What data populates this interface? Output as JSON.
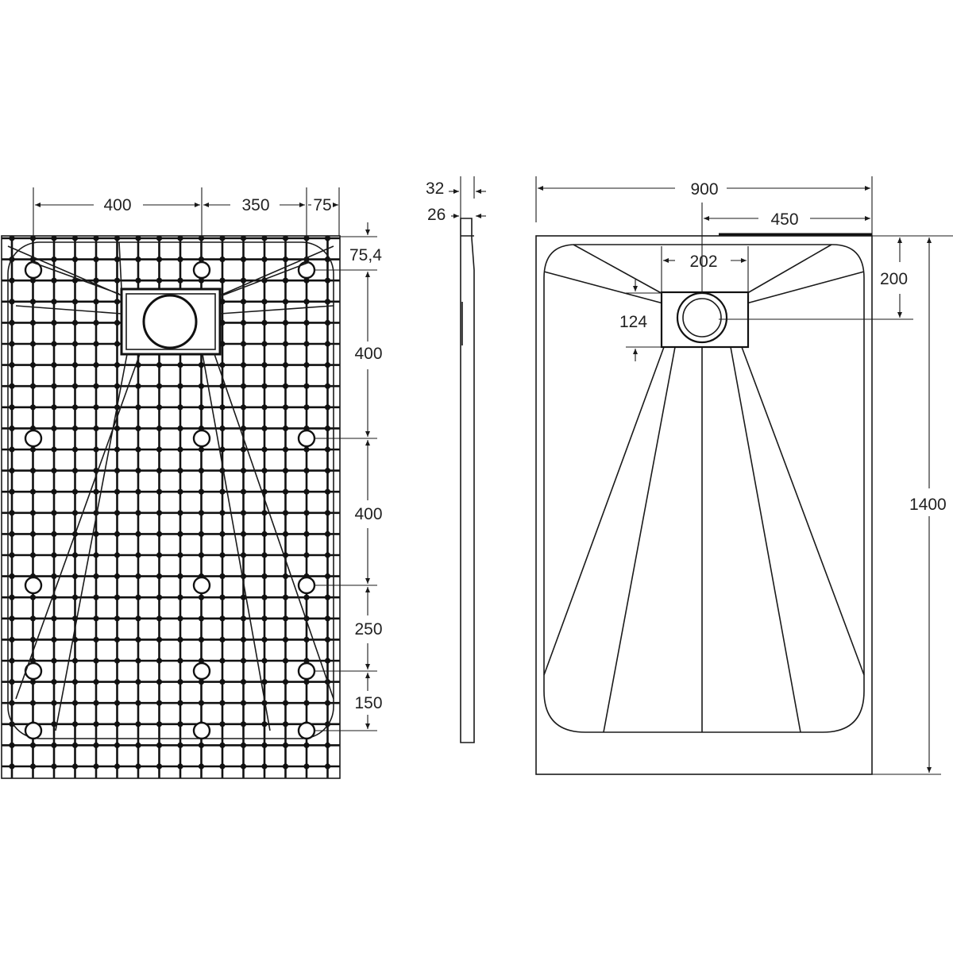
{
  "left_view": {
    "dims": {
      "top_400": "400",
      "top_350": "350",
      "top_75": "75",
      "edge_75_4": "75,4",
      "v_400_a": "400",
      "v_400_b": "400",
      "v_250": "250",
      "v_150": "150"
    }
  },
  "side_view": {
    "dims": {
      "thickness_32": "32",
      "thickness_26": "26"
    }
  },
  "right_view": {
    "dims": {
      "width_900": "900",
      "half_450": "450",
      "drain_202": "202",
      "drain_124": "124",
      "drain_offset_200": "200",
      "length_1400": "1400"
    }
  },
  "colors": {
    "line": "#1a1a1a",
    "background": "#ffffff"
  }
}
